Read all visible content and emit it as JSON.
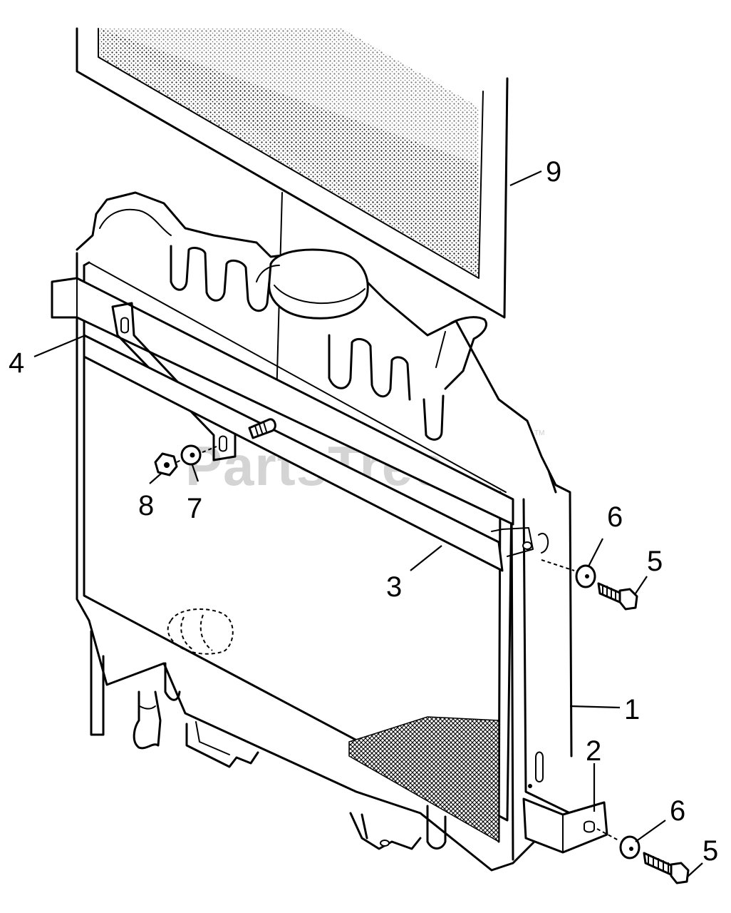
{
  "diagram": {
    "watermark": "PartsTree",
    "trademark": "TM",
    "callouts": {
      "c1": "1",
      "c2": "2",
      "c3": "3",
      "c4": "4",
      "c5a": "5",
      "c5b": "5",
      "c6a": "6",
      "c6b": "6",
      "c7": "7",
      "c8": "8",
      "c9": "9"
    }
  }
}
